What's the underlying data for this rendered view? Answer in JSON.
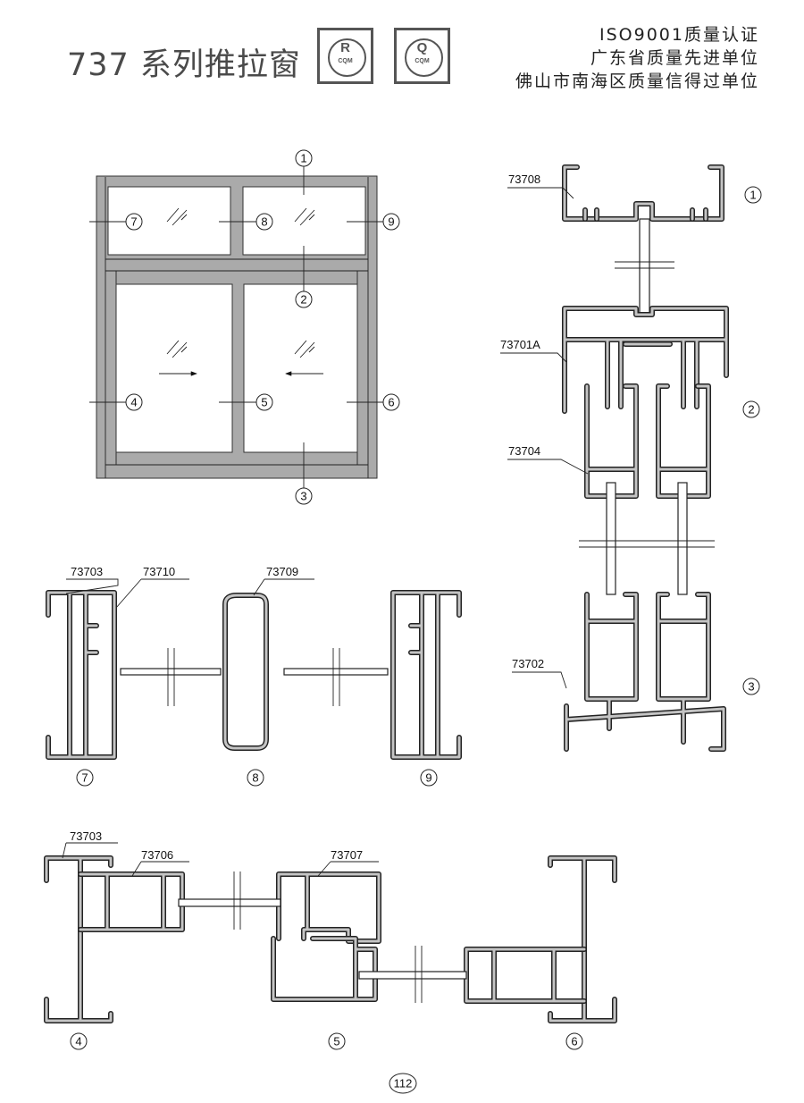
{
  "header": {
    "title": "737 系列推拉窗",
    "logos": [
      {
        "mark": "R",
        "text": "CQM"
      },
      {
        "mark": "Q",
        "text": "CQM"
      }
    ],
    "certifications": [
      "ISO9001质量认证",
      "广东省质量先进单位",
      "佛山市南海区质量信得过单位"
    ]
  },
  "elevation": {
    "callouts": [
      "1",
      "2",
      "3",
      "4",
      "5",
      "6",
      "7",
      "8",
      "9"
    ]
  },
  "vertical_section": {
    "labels": [
      "73708",
      "73701A",
      "73704",
      "73702"
    ],
    "callouts": [
      "1",
      "2",
      "3"
    ]
  },
  "transom_section": {
    "labels": [
      "73703",
      "73710",
      "73709"
    ],
    "callouts": [
      "7",
      "8",
      "9"
    ]
  },
  "sash_section": {
    "labels": [
      "73703",
      "73706",
      "73707"
    ],
    "callouts": [
      "4",
      "5",
      "6"
    ]
  },
  "page_number": "112"
}
